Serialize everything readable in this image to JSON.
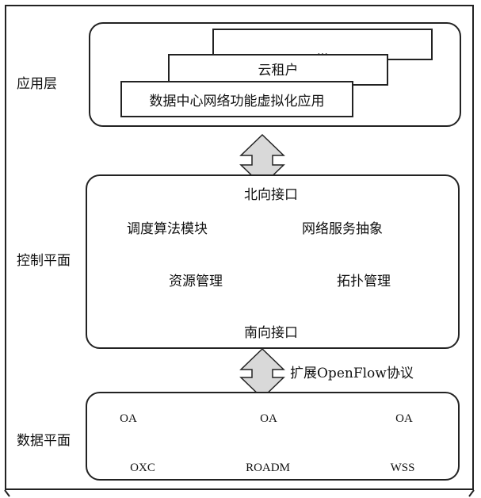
{
  "layers": {
    "app": {
      "label": "应用层"
    },
    "control": {
      "label": "控制平面"
    },
    "data": {
      "label": "数据平面"
    }
  },
  "app_cards": {
    "back": "…",
    "middle": "云租户",
    "front": "数据中心网络功能虚拟化应用"
  },
  "control": {
    "north": "北向接口",
    "south": "南向接口",
    "modules": [
      "调度算法模块",
      "网络服务抽象",
      "资源管理",
      "拓扑管理"
    ]
  },
  "protocol_label": "扩展OpenFlow协议",
  "devices": [
    {
      "name": "OXC",
      "chip": "oxc",
      "oa": "OA",
      "icon": "oxc-switch-icon"
    },
    {
      "name": "ROADM",
      "oa": "OA",
      "icon": "roadm-router-icon"
    },
    {
      "name": "WSS",
      "oa": "OA",
      "icon": "wss-cylinder-icon"
    }
  ],
  "colors": {
    "stroke": "#222222",
    "arrow_fill": "#d9d9d9",
    "device_gray": "#9a9a9a"
  }
}
